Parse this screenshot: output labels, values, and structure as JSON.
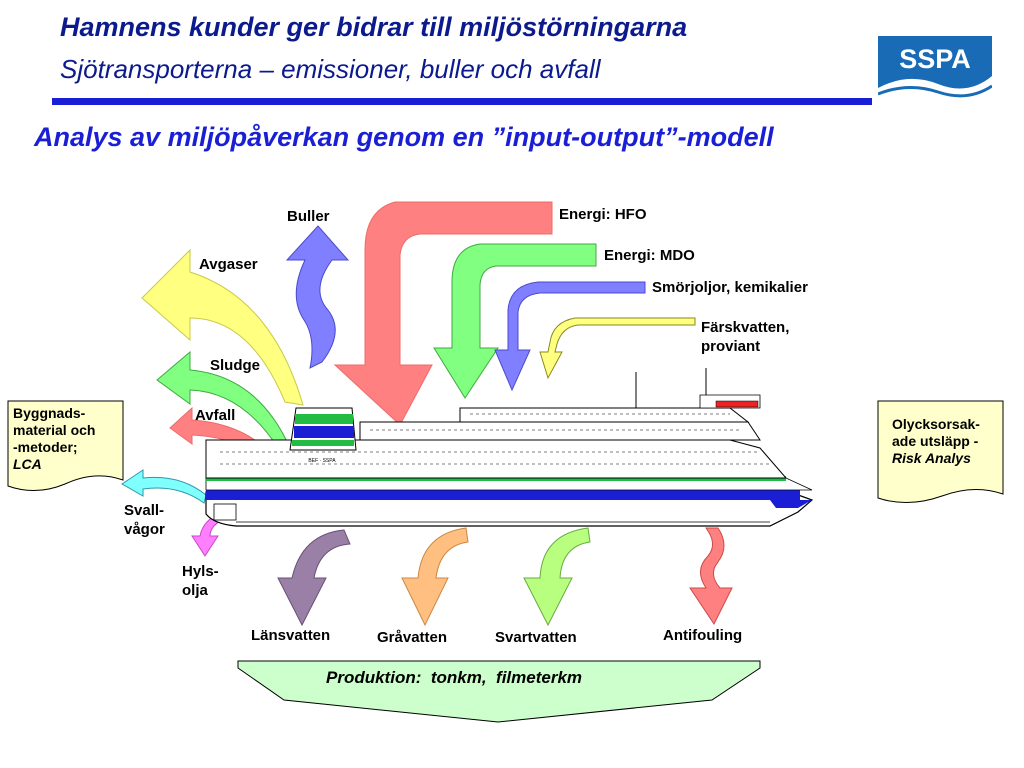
{
  "header": {
    "title": "Hamnens kunder ger bidrar till miljöstörningarna",
    "subtitle": "Sjötransporterna – emissioner, buller och avfall",
    "logo_text": "SSPA"
  },
  "diagram_title": "Analys av miljöpåverkan genom en ”input-output”-modell",
  "inputs": {
    "energi_hfo": "Energi: HFO",
    "energi_mdo": "Energi: MDO",
    "smorjoljor": "Smörjoljor, kemikalier",
    "farskvatten_1": "Färskvatten,",
    "farskvatten_2": "proviant"
  },
  "outputs_top": {
    "buller": "Buller",
    "avgaser": "Avgaser",
    "sludge": "Sludge",
    "avfall": "Avfall"
  },
  "outputs_side": {
    "svall_1": "Svall-",
    "svall_2": "vågor",
    "hyls_1": "Hyls-",
    "hyls_2": "olja"
  },
  "outputs_bottom": {
    "lansvatten": "Länsvatten",
    "gravatten": "Gråvatten",
    "svartvatten": "Svartvatten",
    "antifouling": "Antifouling"
  },
  "notes": {
    "left_1": "Byggnads-",
    "left_2": "material och",
    "left_3": "-metoder;",
    "left_4": "LCA",
    "right_1": "Olycksorsak-",
    "right_2": "ade utsläpp -",
    "right_3": "Risk Analys"
  },
  "ship": {
    "funnel_text": "BEF · SSPA"
  },
  "production": {
    "label": "Produktion:",
    "unit1": "tonkm,",
    "unit2": "filmeterkm"
  },
  "colors": {
    "title": "#0b1a8c",
    "accent_blue": "#1a1fd6",
    "hfo_red": "#ff8080",
    "mdo_green": "#80ff80",
    "lube_blue": "#7f7fff",
    "fresh_yellow": "#ffff80",
    "note_fill": "#ffffcc"
  }
}
